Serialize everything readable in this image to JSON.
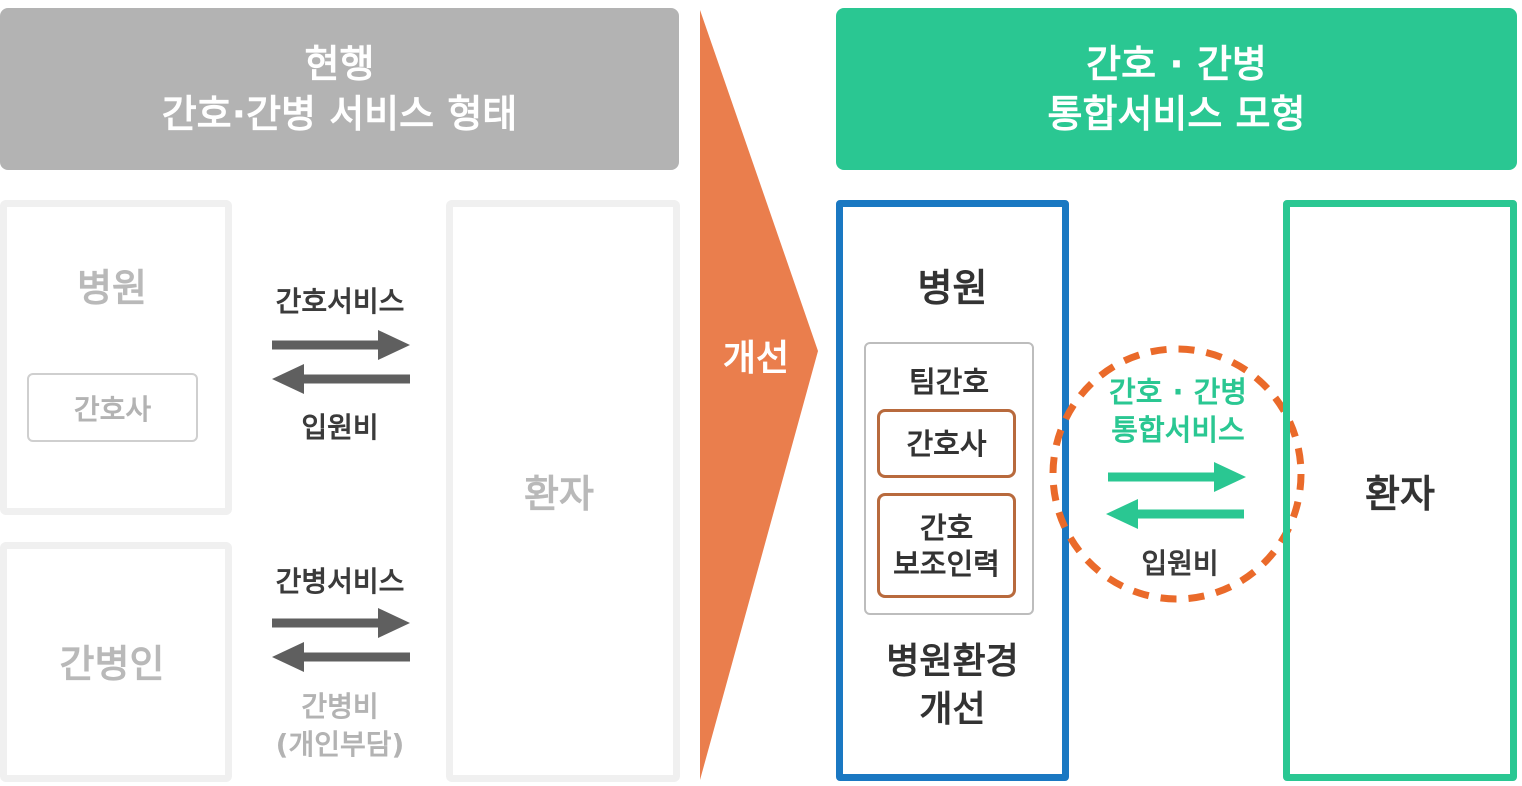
{
  "left_panel": {
    "header_line1": "현행",
    "header_line2": "간호·간병 서비스 형태",
    "hospital_label": "병원",
    "nurse_label": "간호사",
    "caregiver_label": "간병인",
    "patient_label": "환자",
    "nursing_service_label": "간호서비스",
    "admission_fee_label": "입원비",
    "caregiving_service_label": "간병서비스",
    "caregiving_fee_line1": "간병비",
    "caregiving_fee_line2": "(개인부담)"
  },
  "middle": {
    "improvement_label": "개선"
  },
  "right_panel": {
    "header_line1": "간호 · 간병",
    "header_line2": "통합서비스 모형",
    "hospital_label": "병원",
    "team_nursing_label": "팀간호",
    "nurse_label": "간호사",
    "assistant_line1": "간호",
    "assistant_line2": "보조인력",
    "environment_line1": "병원환경",
    "environment_line2": "개선",
    "integrated_line1": "간호 · 간병",
    "integrated_line2": "통합서비스",
    "admission_fee_label": "입원비",
    "patient_label": "환자"
  },
  "colors": {
    "left_header_bg": "#b3b3b3",
    "right_header_bg": "#2ac792",
    "improvement_arrow": "#ea7e4d",
    "hospital_border": "#1a78c2",
    "patient_border": "#2ac792",
    "dashed_circle": "#ea6a2a",
    "inner_box_border": "#b86a3d",
    "left_arrows": "#5f5f5f"
  }
}
